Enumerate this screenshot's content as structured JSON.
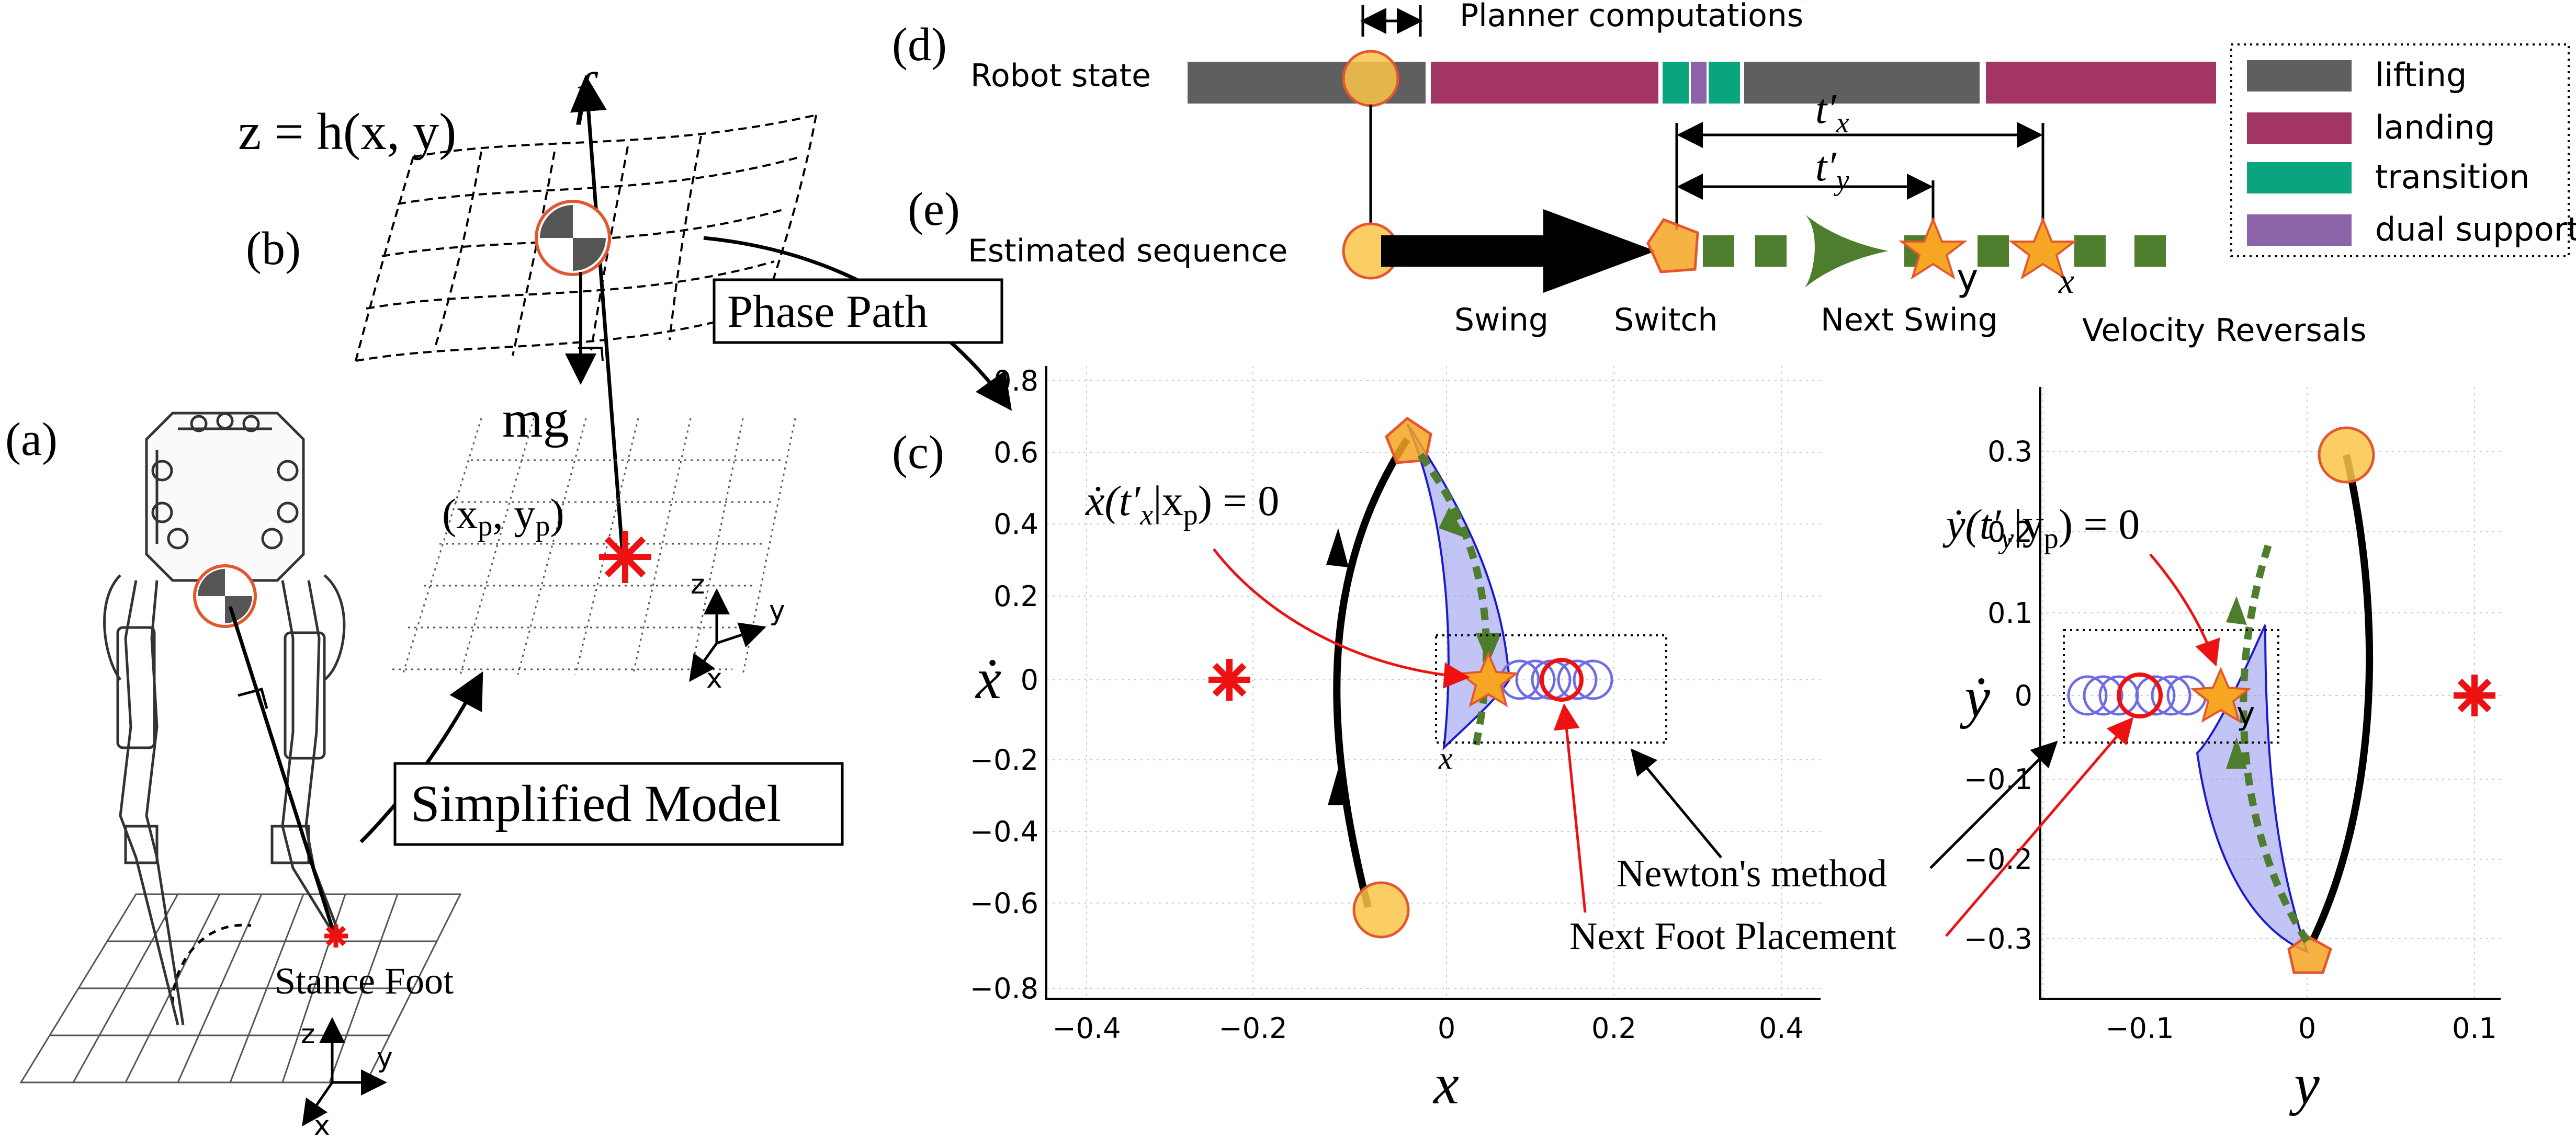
{
  "panels": {
    "a": "(a)",
    "b": "(b)",
    "c": "(c)",
    "d": "(d)",
    "e": "(e)"
  },
  "left": {
    "surface_eq": "z = h(x, y)",
    "force": "f",
    "gravity": "mg",
    "point": "(x",
    "point_sub_x": "p",
    "point_mid": ", y",
    "point_sub_y": "p",
    "point_end": ")",
    "stance_foot": "Stance Foot",
    "simplified_model": "Simplified Model",
    "phase_path": "Phase Path",
    "axis_z": "z",
    "axis_y": "y",
    "axis_x": "x"
  },
  "timeline": {
    "planner": "Planner computations",
    "robot_state": "Robot state",
    "estimated_sequence": "Estimated sequence",
    "tx": "t′",
    "tx_sub": "x",
    "ty": "t′",
    "ty_sub": "y",
    "labels": [
      "Swing",
      "Switch",
      "Next Swing",
      "Velocity Reversals"
    ],
    "star_y": "y",
    "star_x": "x",
    "legend": [
      {
        "label": "lifting",
        "color": "#5f5f5f"
      },
      {
        "label": "landing",
        "color": "#a23563"
      },
      {
        "label": "transition",
        "color": "#0aa57f"
      },
      {
        "label": "dual support",
        "color": "#8b63a8"
      }
    ],
    "colors": {
      "bar_green": "#4e7d2d",
      "arrow": "#000000",
      "marker": "#f9c54a",
      "star": "#f5a623"
    }
  },
  "plot_x": {
    "ylabel": "ẋ",
    "xlabel": "x",
    "annotation": "ẋ(t′",
    "annotation_sub": "x",
    "annotation_mid": "|x",
    "annotation_sub2": "p",
    "annotation_end": ") = 0",
    "xticks": [
      "−0.4",
      "−0.2",
      "0",
      "0.2",
      "0.4"
    ],
    "yticks": [
      "0.8",
      "0.6",
      "0.4",
      "0.2",
      "0",
      "−0.2",
      "−0.4",
      "−0.6",
      "−0.8"
    ],
    "small_x": "x"
  },
  "plot_y": {
    "ylabel": "ẏ",
    "xlabel": "y",
    "annotation": "ẏ(t′",
    "annotation_sub": "y",
    "annotation_mid": "|y",
    "annotation_sub2": "p",
    "annotation_end": ") = 0",
    "xticks": [
      "−0.1",
      "0",
      "0.1"
    ],
    "yticks": [
      "0.3",
      "0.2",
      "0.1",
      "0",
      "−0.1",
      "−0.2",
      "−0.3"
    ],
    "small_y": "y"
  },
  "callouts": {
    "newton": "Newton's method",
    "next_foot": "Next Foot Placement"
  }
}
